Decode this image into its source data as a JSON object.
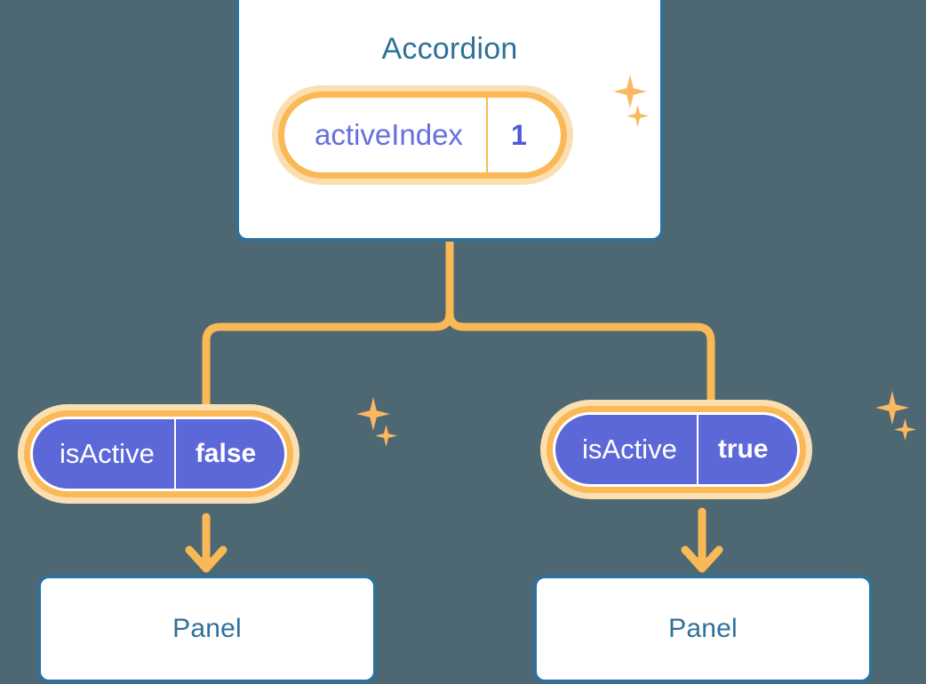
{
  "background_color": "#4d6872",
  "theme": {
    "node_border": "#2e7199",
    "node_title_color": "#2e7199",
    "accent_orange": "#fab956",
    "accent_orange_soft": "#fbdfb0",
    "prop_purple": "#5c68d8",
    "prop_text_purple": "#6570dd",
    "connector_color": "#fab956"
  },
  "diagram": {
    "type": "component-tree",
    "root": {
      "name": "accordion-node",
      "title": "Accordion",
      "state_badge": {
        "key": "activeIndex",
        "value": "1",
        "style": "white"
      }
    },
    "children": [
      {
        "name": "panel-node-left",
        "prop_badge": {
          "key": "isActive",
          "value": "false",
          "style": "purple"
        },
        "title": "Panel"
      },
      {
        "name": "panel-node-right",
        "prop_badge": {
          "key": "isActive",
          "value": "true",
          "style": "purple"
        },
        "title": "Panel"
      }
    ]
  },
  "decorations": {
    "sparkle_icon": "sparkle-icon",
    "groups": [
      {
        "name": "sparkles-accordion"
      },
      {
        "name": "sparkles-panel-left"
      },
      {
        "name": "sparkles-panel-right"
      }
    ]
  }
}
